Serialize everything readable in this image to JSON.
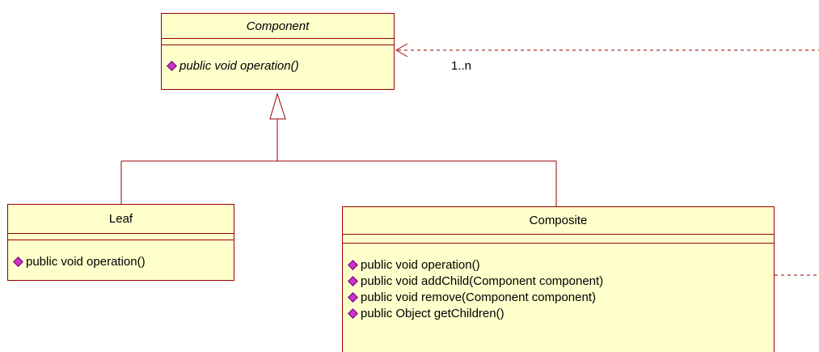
{
  "classes": {
    "component": {
      "name": "Component",
      "operations": [
        "public void operation()"
      ]
    },
    "leaf": {
      "name": "Leaf",
      "operations": [
        "public void operation()"
      ]
    },
    "composite": {
      "name": "Composite",
      "operations": [
        "public void operation()",
        "public void addChild(Component component)",
        "public void remove(Component component)",
        "public Object getChildren()"
      ]
    }
  },
  "aggregation": {
    "multiplicity": "1..n"
  },
  "colors": {
    "box_fill": "#ffffcc",
    "border": "#990000",
    "operation_marker": "#cc33cc"
  },
  "icons": {
    "operation": "diamond-operation-icon"
  }
}
